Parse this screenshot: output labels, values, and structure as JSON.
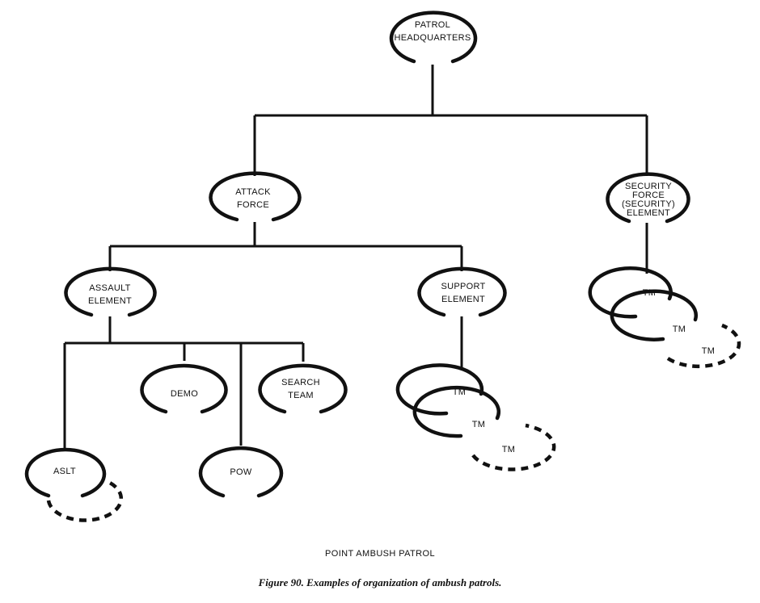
{
  "diagram": {
    "nodes": {
      "patrol_hq": [
        "PATROL",
        "HEADQUARTERS"
      ],
      "attack_force": [
        "ATTACK",
        "FORCE"
      ],
      "security_element": [
        "SECURITY",
        "FORCE",
        "(SECURITY)",
        "ELEMENT"
      ],
      "assault_element": [
        "ASSAULT",
        "ELEMENT"
      ],
      "support_element": [
        "SUPPORT",
        "ELEMENT"
      ],
      "demo": [
        "DEMO"
      ],
      "search_team": [
        "SEARCH",
        "TEAM"
      ],
      "aslt": [
        "ASLT"
      ],
      "pow": [
        "POW"
      ],
      "support_tm": [
        "TM",
        "TM",
        "TM"
      ],
      "security_tm": [
        "TM",
        "TM",
        "TM"
      ]
    },
    "colors": {
      "ink": "#111111",
      "background": "#ffffff"
    }
  },
  "captions": {
    "diagram_title": "POINT AMBUSH PATROL",
    "figure": "Figure 90. Examples of organization of ambush patrols."
  }
}
